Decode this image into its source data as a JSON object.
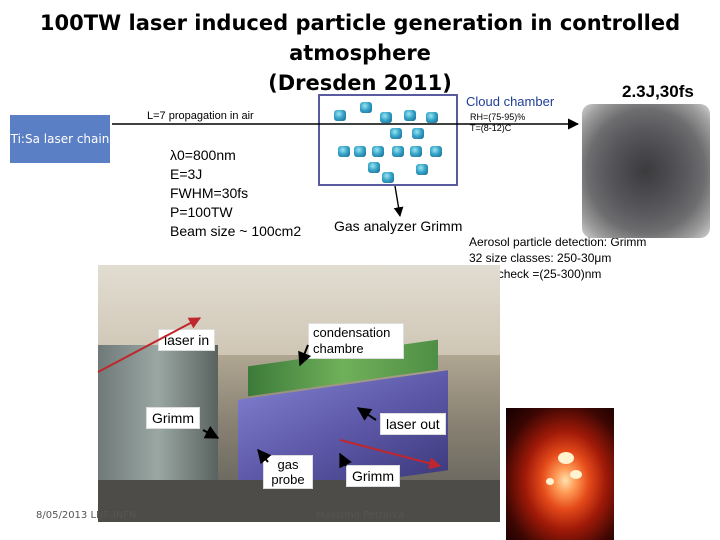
{
  "slide": {
    "title_line1": "100TW laser induced particle generation in controlled atmosphere",
    "title_line2": "(Dresden 2011)",
    "source_box": "Ti:Sa laser chain",
    "propagation_label": "L=7 propagation in air",
    "cloud_chamber_label": "Cloud chamber",
    "energy_label": "2.3J,30fs",
    "conditions": [
      "RH=(75-95)%",
      "T=(8-12)C"
    ],
    "laser_params": [
      "λ0=800nm",
      "E=3J",
      "FWHM=30fs",
      "P=100TW",
      "Beam size ~ 100cm2"
    ],
    "gas_analyzer_label": "Gas analyzer  Grimm",
    "aerosol_lines": [
      "Aerosol particle detection: Grimm",
      "32 size classes: 250-30μm",
      "Nanocheck =(25-300)nm"
    ],
    "photo_labels": {
      "laser_in": "laser in",
      "condensation": "condensation chambre",
      "grimm_left": "Grimm",
      "laser_out": "laser out",
      "gas_probe": "gas probe",
      "grimm_bottom": "Grimm"
    },
    "footer_left": "8/05/2013 LNF-INFN",
    "footer_center": "Massimo Petrarca"
  },
  "colors": {
    "accent_blue": "#5b7fc4",
    "arrow_red": "#c0262d",
    "chamber_border": "#5a5aa0"
  }
}
